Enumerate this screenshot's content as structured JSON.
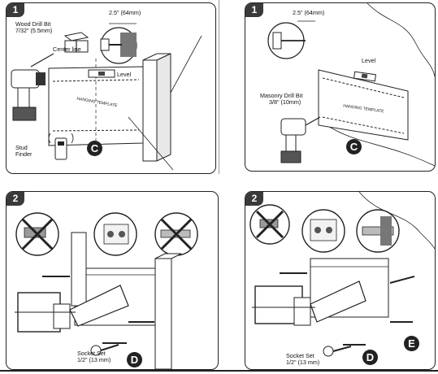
{
  "panels": {
    "tl": {
      "step": "1",
      "measure": "2.5\" (64mm)",
      "drill_bit": [
        "Wood Drill Bit",
        "7/32\" (5.5mm)"
      ],
      "center_line": "Center line",
      "level": "Level",
      "template": "HANGING TEMPLATE",
      "stud_finder": [
        "Stud",
        "Finder"
      ],
      "badge": "C"
    },
    "tr": {
      "step": "1",
      "measure": "2.5\" (64mm)",
      "level": "Level",
      "drill_bit": [
        "Masonry Drill Bit",
        "3/8\" (10mm)"
      ],
      "template": "HANGING TEMPLATE",
      "badge": "C"
    },
    "bl": {
      "step": "2",
      "socket": [
        "Socket Set",
        "1/2\" (13 mm)"
      ],
      "badge": "D"
    },
    "br": {
      "step": "2",
      "socket": [
        "Socket Set",
        "1/2\" (13 mm)"
      ],
      "badge_d": "D",
      "badge_e": "E"
    }
  }
}
